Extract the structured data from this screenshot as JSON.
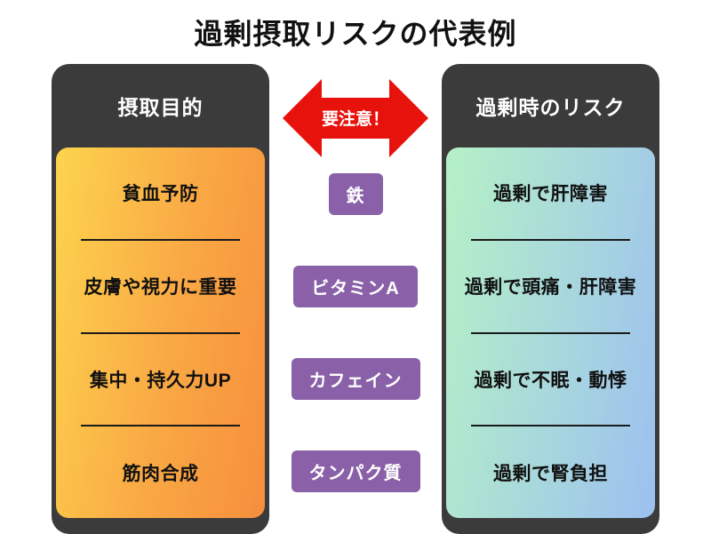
{
  "title": "過剰摂取リスクの代表例",
  "left_panel": {
    "header": "摂取目的",
    "items": [
      "貧血予防",
      "皮膚や視力に重要",
      "集中・持久力UP",
      "筋肉合成"
    ]
  },
  "center": {
    "warning_label": "要注意！",
    "badges": [
      "鉄",
      "ビタミンA",
      "カフェイン",
      "タンパク質"
    ]
  },
  "right_panel": {
    "header": "過剰時のリスク",
    "items": [
      "過剰で肝障害",
      "過剰で頭痛・肝障害",
      "過剰で不眠・動悸",
      "過剰で腎負担"
    ]
  },
  "colors": {
    "panel_dark": "#3b3b3b",
    "left_gradient_start": "#fdd44e",
    "left_gradient_end": "#f78e3d",
    "right_gradient_start": "#b5f1c6",
    "right_gradient_end": "#9cc0f0",
    "badge_purple": "#8a61a8",
    "arrow_red": "#e8120d",
    "text_dark": "#111111"
  }
}
